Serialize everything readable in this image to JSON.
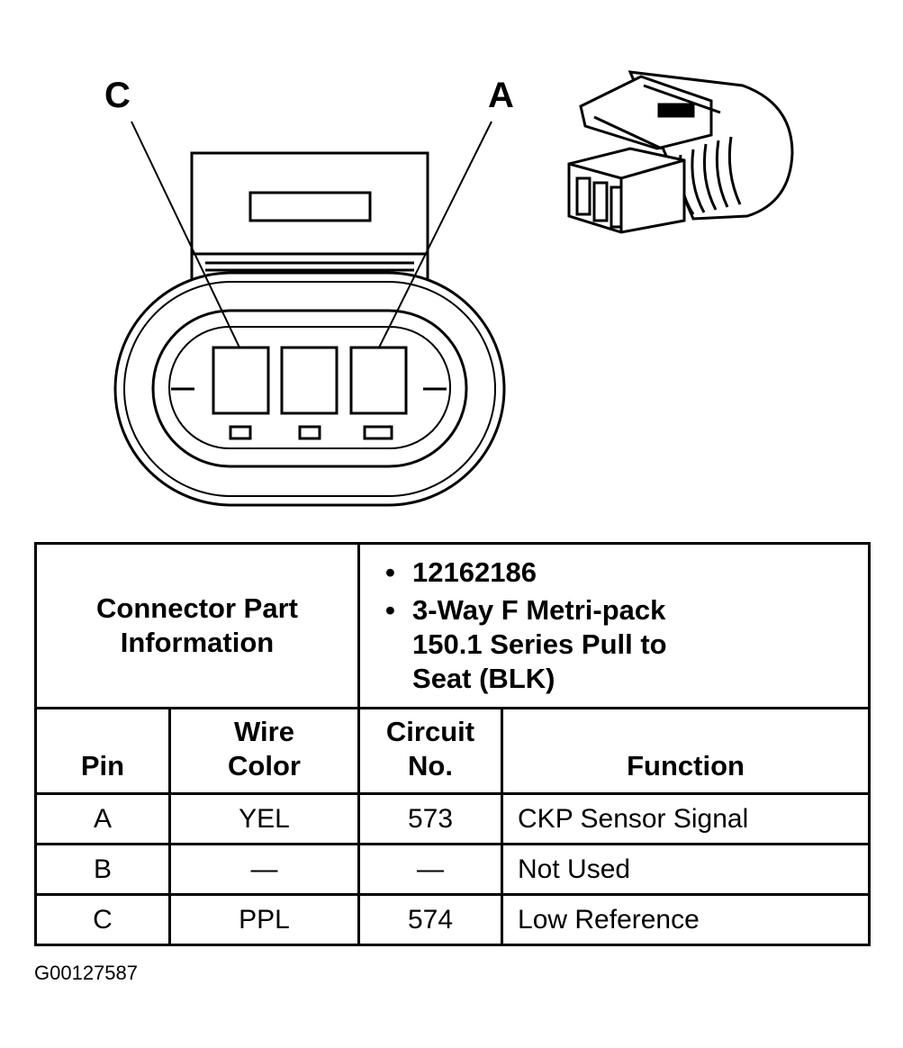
{
  "diagram": {
    "pin_label_left": "C",
    "pin_label_right": "A"
  },
  "table": {
    "part_info_label": [
      "Connector Part",
      "Information"
    ],
    "part_info_bullets": [
      [
        "12162186"
      ],
      [
        "3-Way F Metri-pack",
        "150.1 Series Pull to",
        "Seat (BLK)"
      ]
    ],
    "headers": {
      "pin": "Pin",
      "wire_color": [
        "Wire",
        "Color"
      ],
      "circuit_no": [
        "Circuit",
        "No."
      ],
      "function": "Function"
    },
    "rows": [
      {
        "pin": "A",
        "wire_color": "YEL",
        "circuit": "573",
        "function": "CKP Sensor Signal"
      },
      {
        "pin": "B",
        "wire_color": "—",
        "circuit": "—",
        "function": "Not Used"
      },
      {
        "pin": "C",
        "wire_color": "PPL",
        "circuit": "574",
        "function": "Low Reference"
      }
    ]
  },
  "figure_id": "G00127587"
}
